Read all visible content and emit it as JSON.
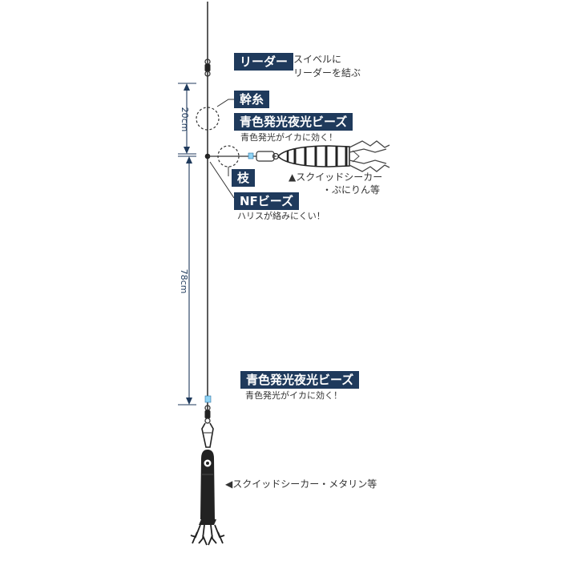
{
  "labels": {
    "leader": "リーダー",
    "leader_note_1": "スイベルに",
    "leader_note_2": "リーダーを結ぶ",
    "mainline": "幹糸",
    "glow_beads_top": "青色発光夜光ビーズ",
    "glow_beads_top_note": "青色発光がイカに効く！",
    "branch": "枝",
    "nf_beads": "NFビーズ",
    "nf_beads_note": "ハリスが絡みにくい！",
    "glow_beads_bottom": "青色発光夜光ビーズ",
    "glow_beads_bottom_note": "青色発光がイカに効く！",
    "upper_jig_note_1": "▲スクイッドシーカー",
    "upper_jig_note_2": "・ぷにりん等",
    "bottom_jig_note": "◀スクイッドシーカー・メタリン等"
  },
  "dimensions": {
    "upper": "20cm",
    "lower": "78cm"
  },
  "colors": {
    "label_bg": "#1f3a5c",
    "label_text": "#ffffff",
    "line": "#333333",
    "dimension_line": "#1f3a5c",
    "glow_bead": "#8fd3f4",
    "jig_body": "#222222"
  }
}
